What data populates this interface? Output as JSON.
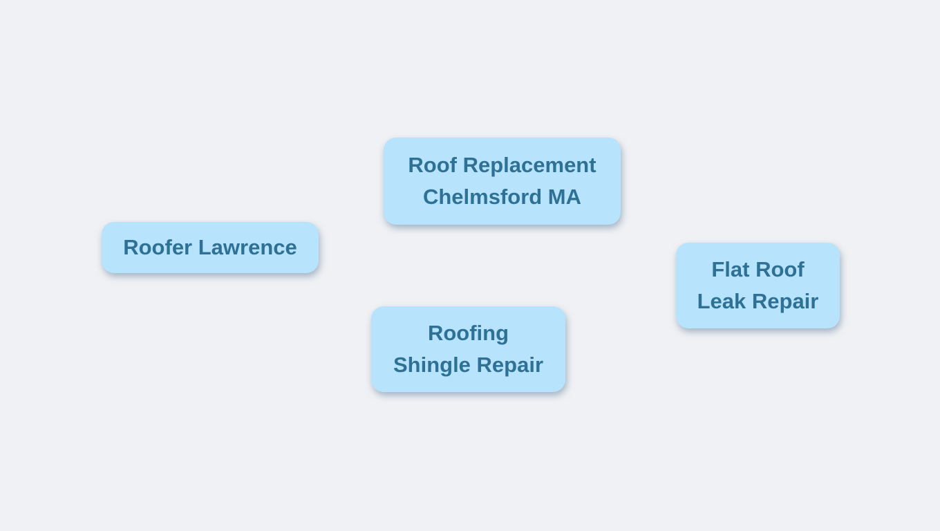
{
  "colors": {
    "background": "#f0f1f4",
    "node_fill": "#b7e4fc",
    "node_text": "#2e7195"
  },
  "nodes": [
    {
      "id": "roofer-lawrence",
      "label": "Roofer Lawrence",
      "lines": [
        "Roofer Lawrence"
      ]
    },
    {
      "id": "roof-replacement-chelmsford-ma",
      "label": "Roof Replacement Chelmsford MA",
      "lines": [
        "Roof Replacement",
        "Chelmsford MA"
      ]
    },
    {
      "id": "roofing-shingle-repair",
      "label": "Roofing Shingle Repair",
      "lines": [
        "Roofing",
        "Shingle Repair"
      ]
    },
    {
      "id": "flat-roof-leak-repair",
      "label": "Flat Roof Leak Repair",
      "lines": [
        "Flat Roof",
        "Leak Repair"
      ]
    }
  ]
}
